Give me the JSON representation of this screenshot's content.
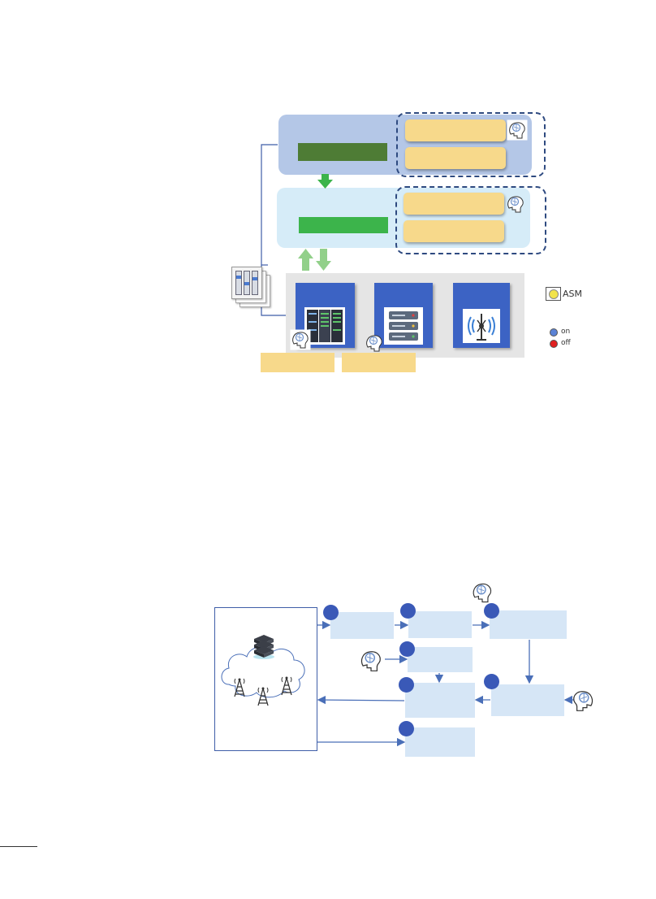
{
  "legend": {
    "asm_label": "ASM",
    "on_label": "on",
    "off_label": "off",
    "colors": {
      "asm": "#f2e34a",
      "on": "#5b83d6",
      "off": "#e02020"
    }
  },
  "icons": {
    "brain": "brain-icon",
    "server_rack": "server-rack-icon",
    "server": "server-icon",
    "antenna": "antenna-icon",
    "cloud": "cloud-icon",
    "cell_tower": "cell-tower-icon",
    "arrow": "arrow-icon"
  },
  "colors": {
    "top_layer": "#b4c7e7",
    "mid_layer": "#d6ecf8",
    "dark_green": "#4e7c35",
    "green": "#3cb44b",
    "yellow_box": "#f7d98b",
    "dashed_border": "#2e4a80",
    "device_blue": "#3c63c4",
    "gray_band": "#e5e5e5",
    "arrow_green": "#92d08a",
    "flow_box": "#d6e6f6",
    "flow_line": "#4a6fb8",
    "step_circle": "#3a59b7"
  }
}
